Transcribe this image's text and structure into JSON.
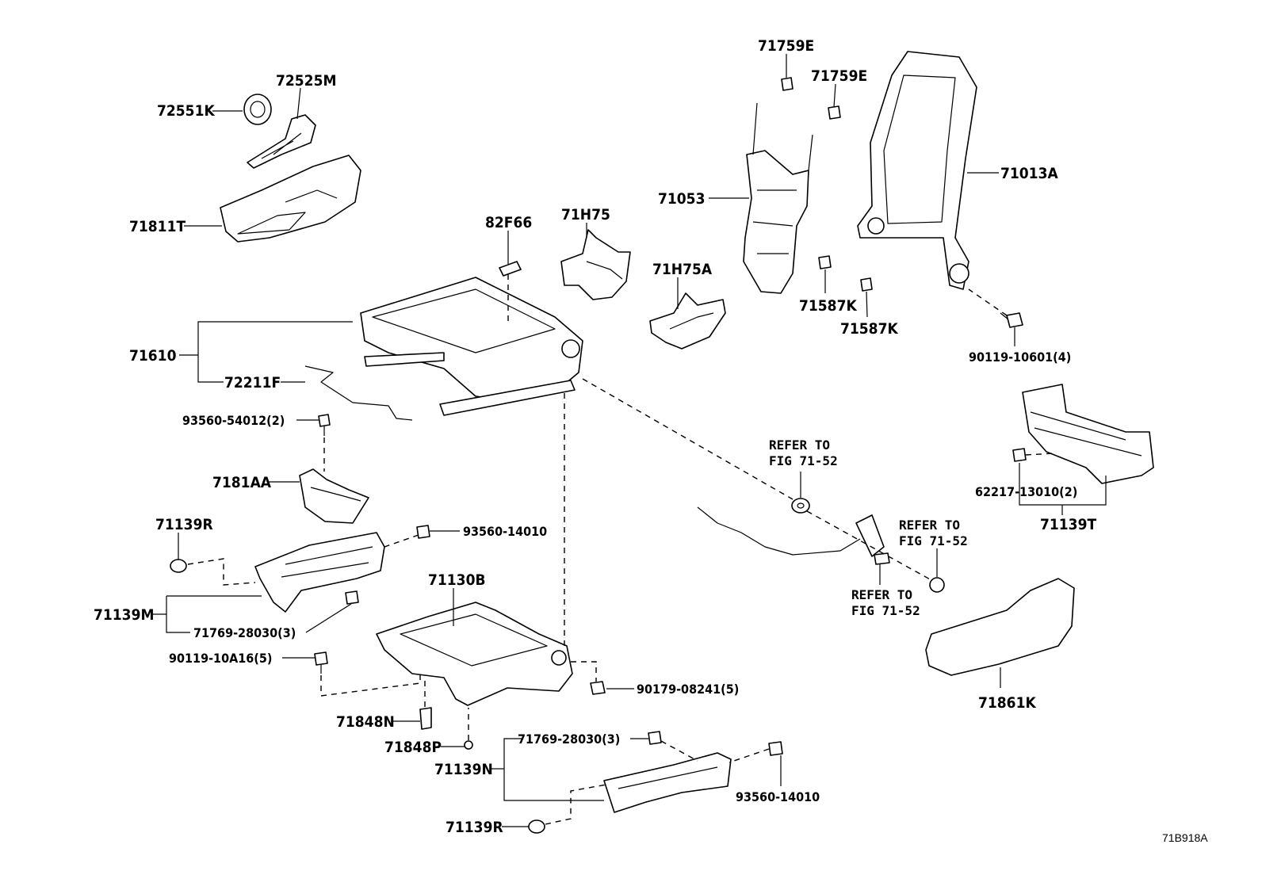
{
  "figure_code": "71B918A",
  "labels": {
    "p72551K": "72551K",
    "p72525M": "72525M",
    "p71811T": "71811T",
    "p82F66": "82F66",
    "p71H75": "71H75",
    "p71H75A": "71H75A",
    "p71759E_1": "71759E",
    "p71759E_2": "71759E",
    "p71053": "71053",
    "p71013A": "71013A",
    "p71587K_1": "71587K",
    "p71587K_2": "71587K",
    "p90119_10601": "90119-10601(4)",
    "p71610": "71610",
    "p72211F": "72211F",
    "p93560_54012": "93560-54012(2)",
    "p7181AA": "7181AA",
    "p71139R_1": "71139R",
    "p93560_14010_1": "93560-14010",
    "p71139M": "71139M",
    "p71769_28030_1": "71769-28030(3)",
    "p90119_10A16": "90119-10A16(5)",
    "p71130B": "71130B",
    "p90179_08241": "90179-08241(5)",
    "p71848N": "71848N",
    "p71848P": "71848P",
    "p71769_28030_2": "71769-28030(3)",
    "p71139N": "71139N",
    "p93560_14010_2": "93560-14010",
    "p71139R_2": "71139R",
    "p62217_13010": "62217-13010(2)",
    "p71139T": "71139T",
    "p71861K": "71861K"
  },
  "refs": {
    "ref1_a": "REFER TO",
    "ref1_b": "FIG 71-52",
    "ref2_a": "REFER TO",
    "ref2_b": "FIG 71-52",
    "ref3_a": "REFER TO",
    "ref3_b": "FIG 71-52"
  }
}
